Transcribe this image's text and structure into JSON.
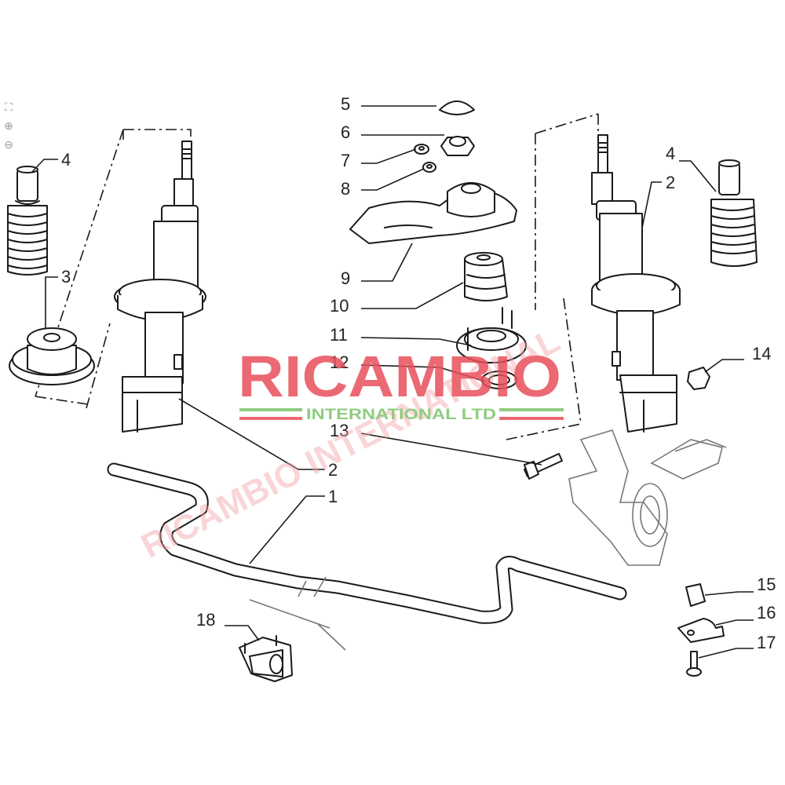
{
  "toolbar": {
    "icons": [
      "fit-to-screen-icon",
      "zoom-in-icon",
      "zoom-out-icon"
    ]
  },
  "callouts": {
    "c1": "1",
    "c2_left": "2",
    "c2_right": "2",
    "c3": "3",
    "c4_left": "4",
    "c4_right": "4",
    "c5": "5",
    "c6": "6",
    "c7": "7",
    "c8": "8",
    "c9": "9",
    "c10": "10",
    "c11": "11",
    "c12": "12",
    "c13": "13",
    "c14": "14",
    "c15": "15",
    "c16": "16",
    "c17": "17",
    "c18": "18"
  },
  "watermark": {
    "brand": "RICAMBIO",
    "subtitle": "INTERNATIONAL LTD",
    "diagonal": "RICAMBIO INTERNATIONAL",
    "brand_color": "#e8505b",
    "line_green": "#7cc46a",
    "line_red": "#e8505b"
  }
}
